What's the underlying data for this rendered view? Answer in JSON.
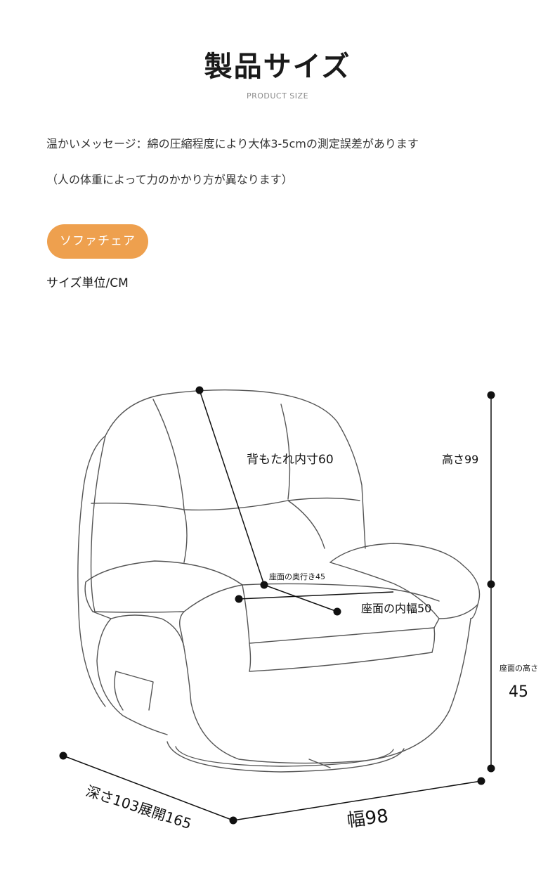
{
  "header": {
    "title": "製品サイズ",
    "subtitle": "PRODUCT SIZE"
  },
  "notice": {
    "line1": "温かいメッセージ：綿の圧縮程度により大体3-5cmの測定誤差があります",
    "line2": "（人の体重によって力のかかり方が異なります）"
  },
  "product_badge": "ソファチェア",
  "size_unit": "サイズ単位/CM",
  "dimensions": {
    "backrest": "背もたれ内寸60",
    "height": "高さ99",
    "seat_depth": "座面の奥行き45",
    "seat_width": "座面の内幅50",
    "seat_height_label": "座面の高さ",
    "seat_height_value": "45",
    "depth": "深さ103展開165",
    "width": "幅98"
  }
}
